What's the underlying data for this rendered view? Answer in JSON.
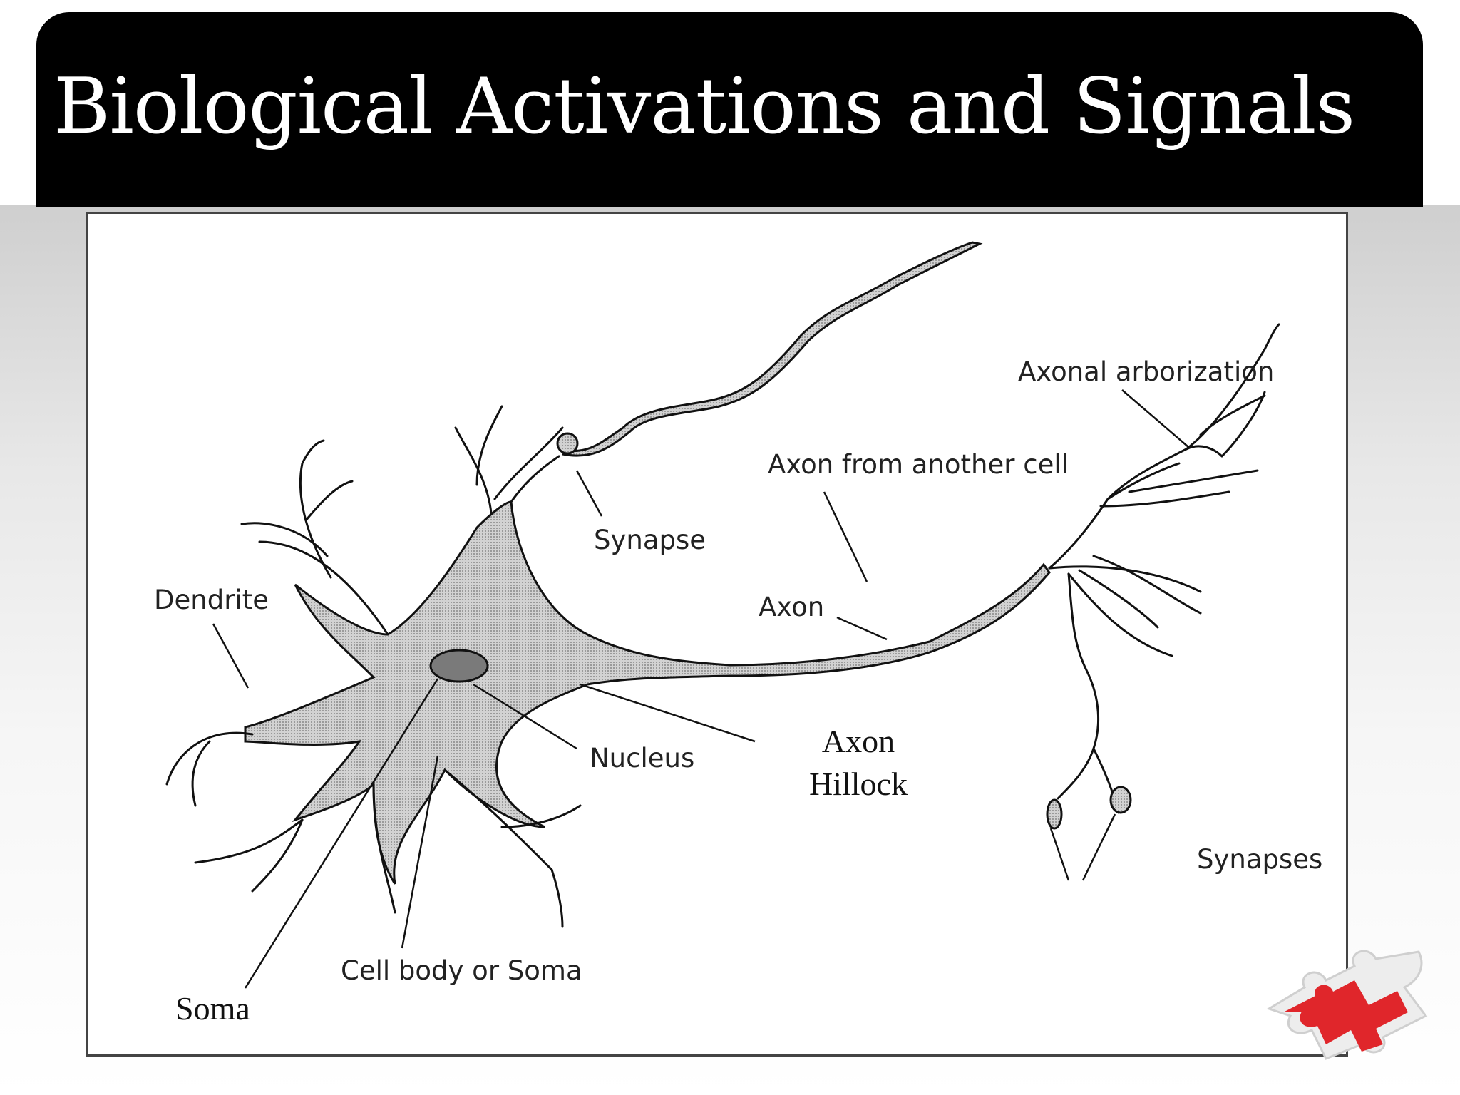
{
  "slide": {
    "title": "Biological Activations and Signals"
  },
  "diagram": {
    "labels": {
      "dendrite": "Dendrite",
      "synapse": "Synapse",
      "axon_from_another_cell": "Axon from another cell",
      "axonal_arborization": "Axonal arborization",
      "axon": "Axon",
      "nucleus": "Nucleus",
      "cell_body": "Cell body or Soma",
      "synapses": "Synapses"
    },
    "annotations": {
      "axon_hillock_line1": "Axon",
      "axon_hillock_line2": "Hillock",
      "soma": "Soma"
    }
  },
  "colors": {
    "title_bar": "#000000",
    "title_text": "#ffffff",
    "cell_fill": "#c8c8c8",
    "nucleus_fill": "#7a7a7a",
    "logo_red": "#e0262b",
    "logo_white": "#f2f2f2"
  },
  "icons": [
    "puzzle-logo-icon"
  ]
}
